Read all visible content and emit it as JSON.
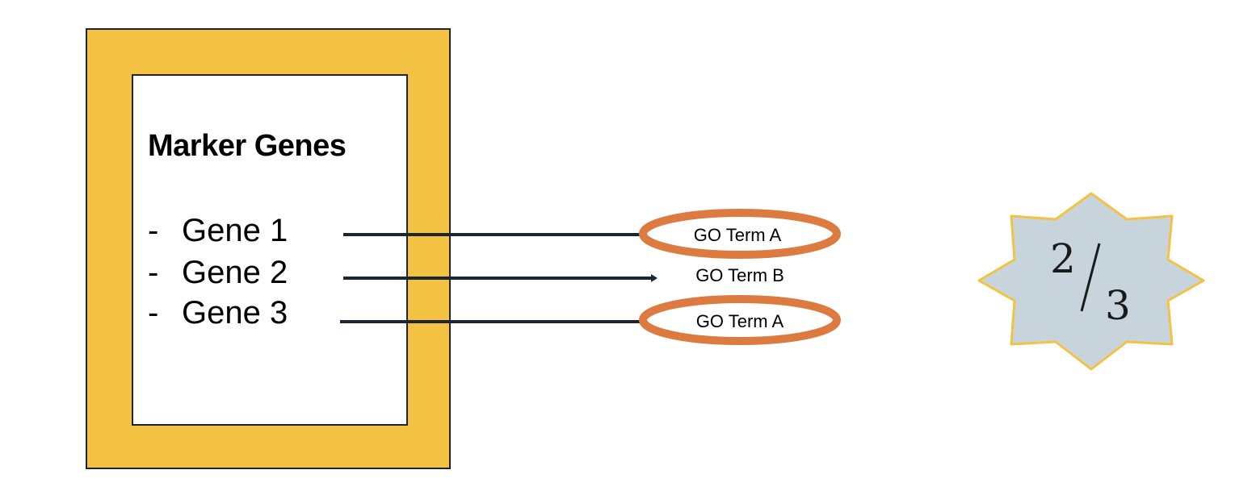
{
  "box": {
    "title": "Marker Genes",
    "bullet": "-",
    "genes": [
      "Gene 1",
      "Gene 2",
      "Gene 3"
    ]
  },
  "go_terms": [
    {
      "label": "GO Term A",
      "circled": true
    },
    {
      "label": "GO Term B",
      "circled": false
    },
    {
      "label": "GO Term A",
      "circled": true
    }
  ],
  "score": {
    "numerator": "2",
    "denominator": "3"
  },
  "colors": {
    "outer_fill": "#F4C242",
    "border": "#1b2630",
    "circle_stroke": "#DD7A3F",
    "star_fill": "#C8D4DC",
    "star_stroke": "#F4C242",
    "line": "#1b2630"
  }
}
